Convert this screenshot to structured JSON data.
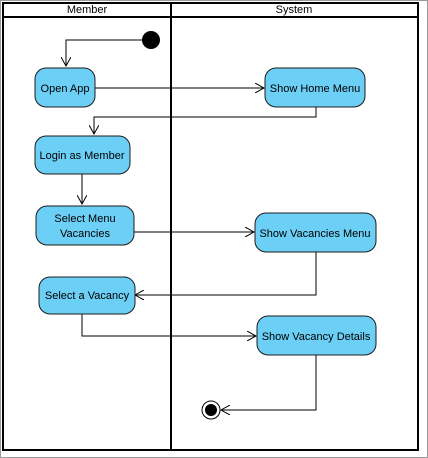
{
  "lanes": [
    {
      "id": "member",
      "title": "Member"
    },
    {
      "id": "system",
      "title": "System"
    }
  ],
  "nodes": {
    "open_app": {
      "lines": [
        "Open App"
      ]
    },
    "show_home_menu": {
      "lines": [
        "Show Home Menu"
      ]
    },
    "login_member": {
      "lines": [
        "Login as Member"
      ]
    },
    "select_menu_vacancies": {
      "lines": [
        "Select Menu",
        "Vacancies"
      ]
    },
    "show_vacancies_menu": {
      "lines": [
        "Show Vacancies Menu"
      ]
    },
    "select_vacancy": {
      "lines": [
        "Select a Vacancy"
      ]
    },
    "show_vacancy_details": {
      "lines": [
        "Show Vacancy Details"
      ]
    }
  },
  "colors": {
    "action_fill": "#6ccff6",
    "line": "#000000",
    "gray_border": "#9a9a9a"
  }
}
